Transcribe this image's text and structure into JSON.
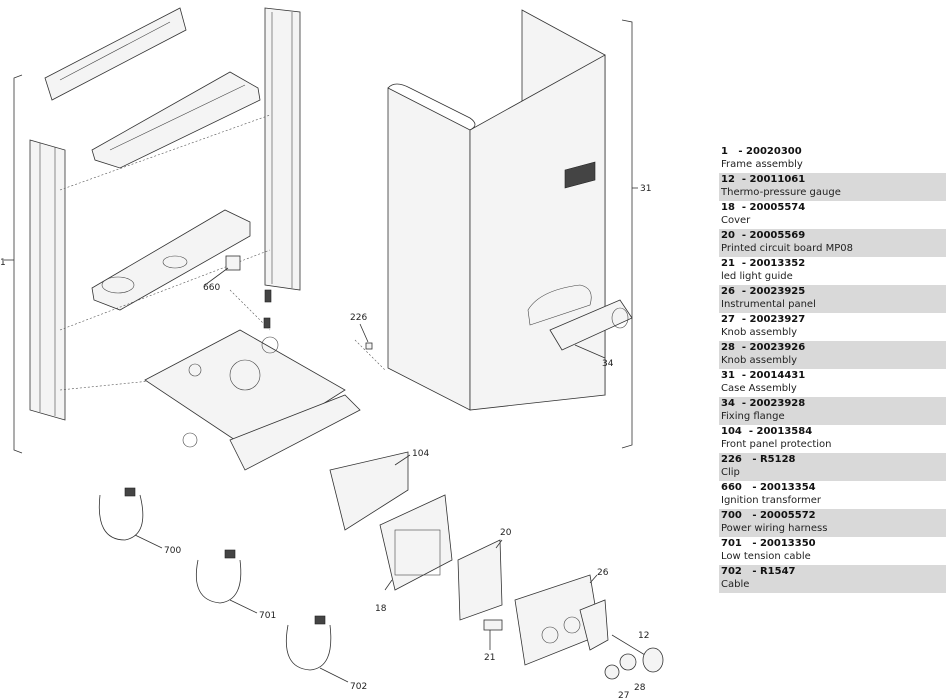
{
  "callouts": [
    "1",
    "660",
    "226",
    "31",
    "34",
    "104",
    "20",
    "26",
    "12",
    "700",
    "701",
    "702",
    "18",
    "21",
    "28",
    "27"
  ],
  "parts": [
    {
      "ref": "1",
      "code": "20020300",
      "desc": "Frame assembly"
    },
    {
      "ref": "12",
      "code": "20011061",
      "desc": "Thermo-pressure gauge"
    },
    {
      "ref": "18",
      "code": "20005574",
      "desc": "Cover"
    },
    {
      "ref": "20",
      "code": "20005569",
      "desc": "Printed circuit board MP08"
    },
    {
      "ref": "21",
      "code": "20013352",
      "desc": "led light guide"
    },
    {
      "ref": "26",
      "code": "20023925",
      "desc": "Instrumental panel"
    },
    {
      "ref": "27",
      "code": "20023927",
      "desc": "Knob assembly"
    },
    {
      "ref": "28",
      "code": "20023926",
      "desc": "Knob assembly"
    },
    {
      "ref": "31",
      "code": "20014431",
      "desc": "Case Assembly"
    },
    {
      "ref": "34",
      "code": "20023928",
      "desc": "Fixing flange"
    },
    {
      "ref": "104",
      "code": "20013584",
      "desc": "Front panel protection"
    },
    {
      "ref": "226",
      "code": "R5128",
      "desc": "Clip"
    },
    {
      "ref": "660",
      "code": "20013354",
      "desc": "Ignition transformer"
    },
    {
      "ref": "700",
      "code": "20005572",
      "desc": "Power wiring harness"
    },
    {
      "ref": "701",
      "code": "20013350",
      "desc": "Low tension cable"
    },
    {
      "ref": "702",
      "code": "R1547",
      "desc": "Cable"
    }
  ]
}
